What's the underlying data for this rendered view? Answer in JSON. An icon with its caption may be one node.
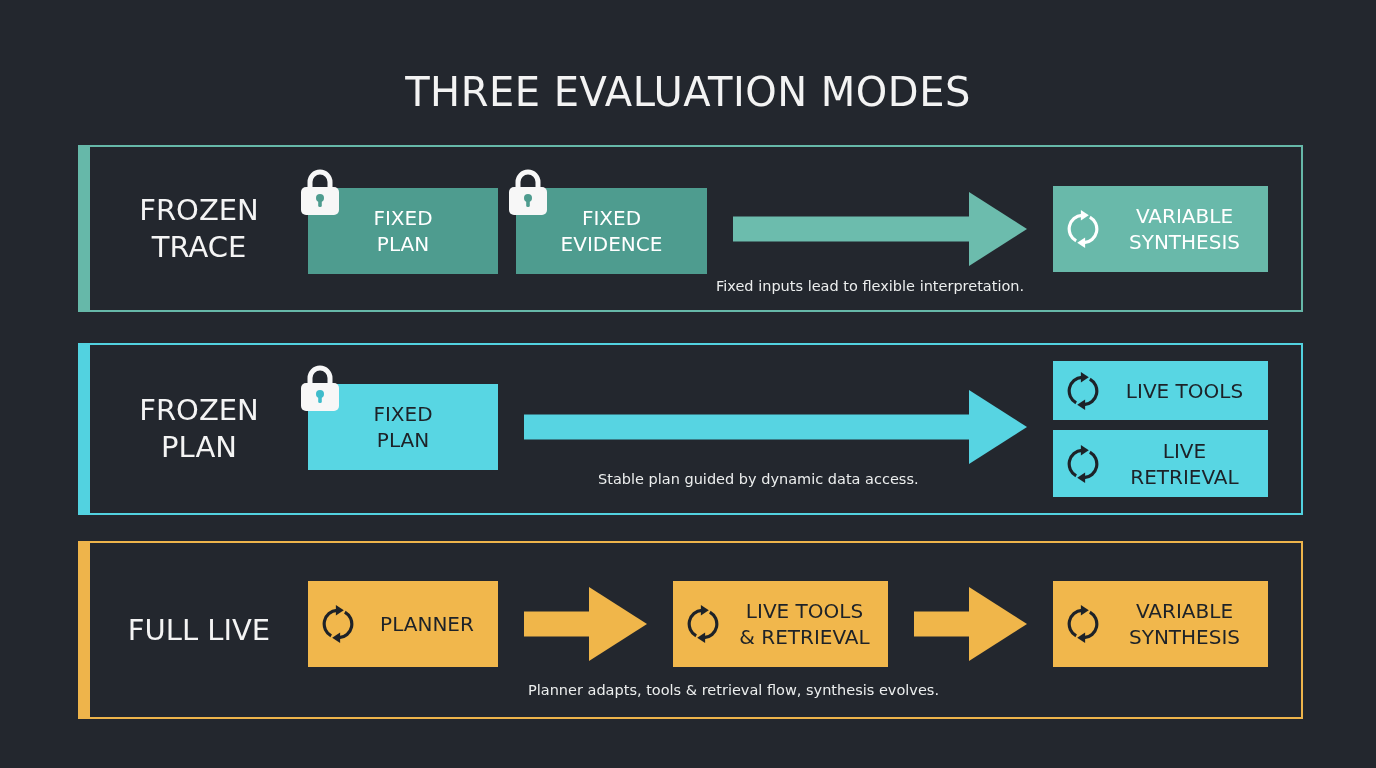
{
  "diagram": {
    "title": "THREE EVALUATION MODES",
    "nodes": [
      {
        "text": [
          "FROZEN TRACE",
          "Fixed inputs lead to flexible interpretation."
        ]
      },
      {
        "text": [
          "FIXED PLAN"
        ],
        "in": 0
      },
      {
        "text": [
          "FIXED EVIDENCE"
        ],
        "in": 0
      },
      {
        "text": [
          "VARIABLE SYNTHESIS"
        ],
        "in": 0
      },
      {
        "text": [
          "FROZEN PLAN",
          "Stable plan guided by dynamic data access."
        ]
      },
      {
        "text": [
          "FIXED PLAN"
        ],
        "in": 4
      },
      {
        "text": [
          "LIVE TOOLS"
        ],
        "in": 4
      },
      {
        "text": [
          "LIVE RETRIEVAL"
        ],
        "in": 4
      },
      {
        "text": [
          "FULL LIVE",
          "Planner adapts, tools & retrieval flow, synthesis evolves."
        ]
      },
      {
        "text": [
          "PLANNER"
        ],
        "in": 8
      },
      {
        "text": [
          "LIVE TOOLS & RETRIEVAL"
        ],
        "in": 8
      },
      {
        "text": [
          "VARIABLE SYNTHESIS"
        ],
        "in": 8
      }
    ],
    "edges": [
      {
        "from": 2,
        "to": 3,
        "arrow": "to",
        "color": "#6cbcad"
      },
      {
        "from": 5,
        "to": 6,
        "arrow": "to",
        "color": "#57d4e2"
      },
      {
        "from": 5,
        "to": 7,
        "arrow": "to",
        "color": "#57d4e2"
      },
      {
        "from": 9,
        "to": 10,
        "arrow": "to",
        "color": "#f0b64a"
      },
      {
        "from": 10,
        "to": 11,
        "arrow": "to",
        "color": "#f0b64a"
      }
    ]
  }
}
